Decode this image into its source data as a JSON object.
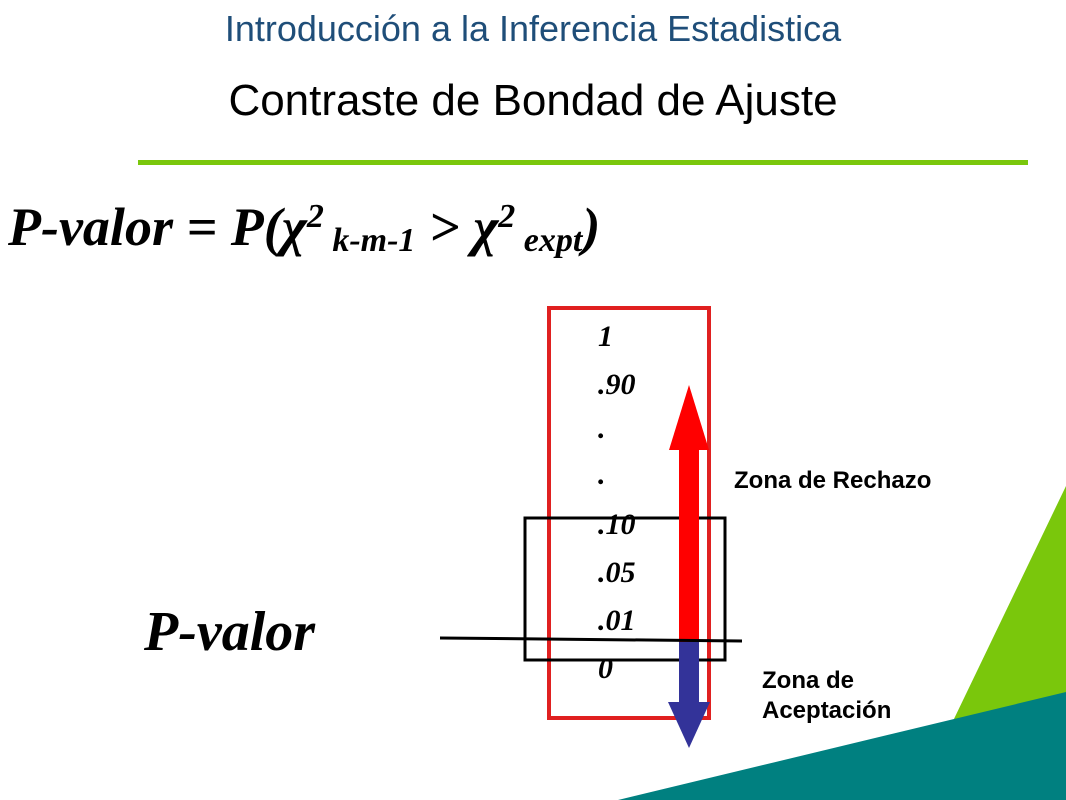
{
  "header": {
    "title": "Introducción a la Inferencia Estadistica",
    "subtitle": "Contraste de Bondad de Ajuste"
  },
  "formula": {
    "lhs": "P-valor = P(",
    "chi1": "χ",
    "sup1": "2",
    "sub1": " k-m-1",
    "gt": " > ",
    "chi2": "χ",
    "sup2": "2",
    "sub2": " expt",
    "close": ")"
  },
  "scale": {
    "labels": [
      "1",
      ".90",
      ".",
      ".",
      ".10",
      ".05",
      ".01",
      "0"
    ]
  },
  "pvalue_label": "P-valor",
  "zones": {
    "reject": "Zona de Rechazo",
    "accept_line1": "Zona de",
    "accept_line2": "Aceptación"
  },
  "colors": {
    "title": "#1f4e79",
    "divider": "#7ac70c",
    "reject_arrow": "#ff0000",
    "accept_arrow": "#333399",
    "scale_box": "#e02020",
    "corner_green": "#7ac70c",
    "corner_teal": "#008080"
  }
}
